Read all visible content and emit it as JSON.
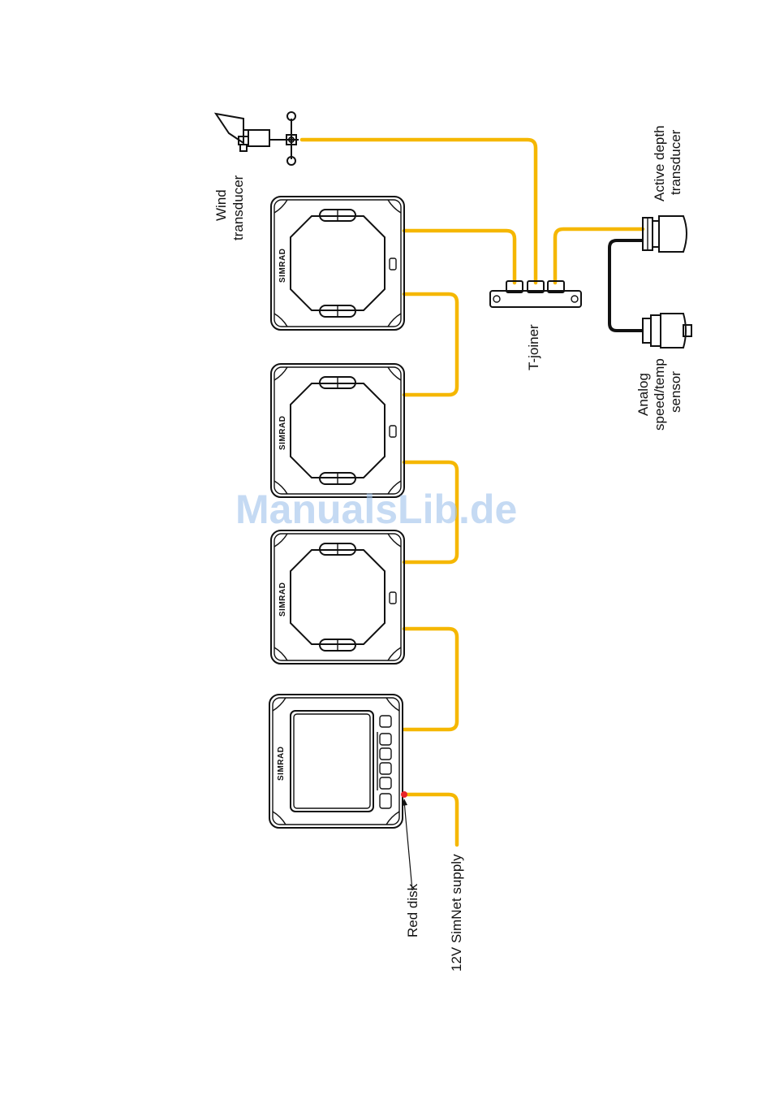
{
  "labels": {
    "wind_line1": "Wind",
    "wind_line2": "transducer",
    "depth_line1": "Active depth",
    "depth_line2": "transducer",
    "analog_line1": "Analog",
    "analog_line2": "speed/temp",
    "analog_line3": "sensor",
    "tjoiner": "T-joiner",
    "red_disk": "Red disk",
    "supply": "12V SimNet supply"
  },
  "brand": "SIMRAD",
  "watermark": "ManualsLib.de",
  "colors": {
    "cable": "#f5b700",
    "red_disk": "#e8242a",
    "watermark": "#9fc3ec"
  }
}
